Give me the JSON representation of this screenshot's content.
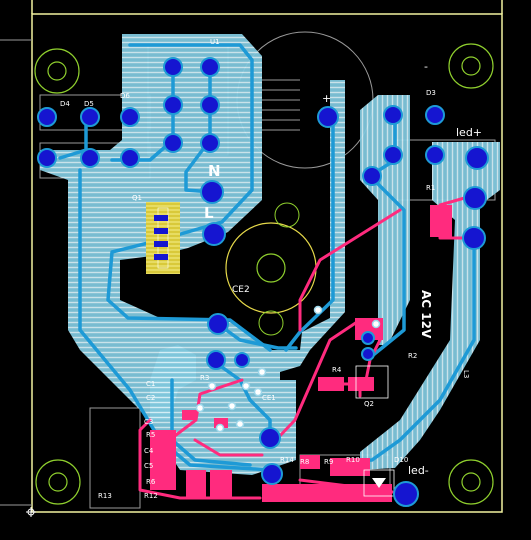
{
  "colors": {
    "background": "#000000",
    "board_outline": "#f2f2a0",
    "top_copper": "#ff2b7e",
    "bottom_copper": "#1e9ad6",
    "copper_fill": "#9ed7ea",
    "pad": "#1515d0",
    "silkscreen": "#ffffff",
    "component_body": "#e6d94a",
    "mounting_hole": "#8fcf2e"
  },
  "labels": {
    "d4": "D4",
    "d5": "D5",
    "d6": "D6",
    "u1": "U1",
    "d3": "D3",
    "led_plus": "led+",
    "led_minus": "led-",
    "n": "N",
    "l": "L",
    "q1": "Q1",
    "ce2": "CE2",
    "ce1": "CE1",
    "r1": "R1",
    "r2": "R2",
    "r3": "R3",
    "r4": "R4",
    "r5": "R5",
    "r6": "R6",
    "r8": "R8",
    "r9": "R9",
    "r10": "R10",
    "r12": "R12",
    "r13": "R13",
    "r14": "R14",
    "q2": "Q2",
    "c1": "C1",
    "c2": "C2",
    "c3": "C3",
    "c4": "C4",
    "c5": "C5",
    "d10": "D10",
    "plus": "+",
    "minus": "-",
    "vertical": "AC 12V",
    "side": "L3"
  }
}
